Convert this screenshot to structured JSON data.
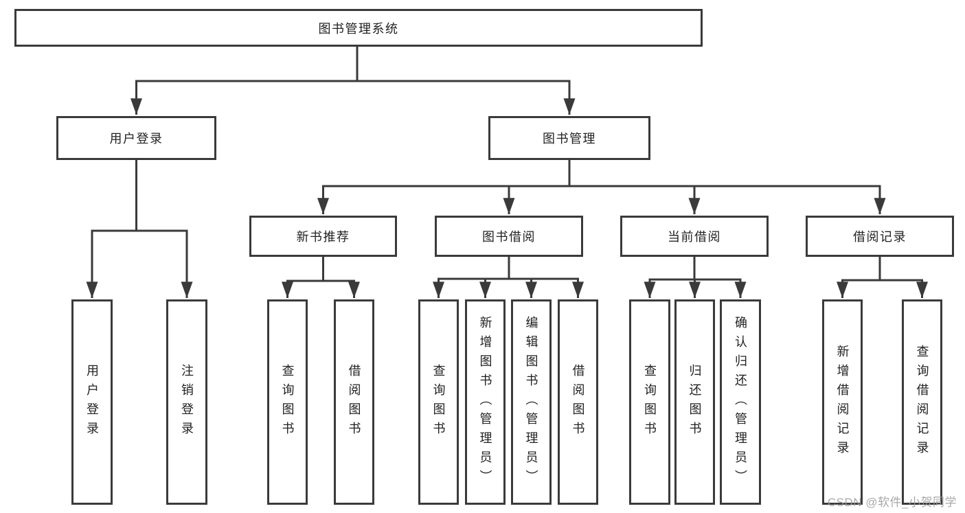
{
  "page": {
    "watermark": "CSDN @软件_小贺同学"
  },
  "colors": {
    "line": "#3a3a3a",
    "box_border": "#3a3a3a",
    "box_fill": "#ffffff",
    "text": "#222222",
    "watermark": "#9d9d9d"
  },
  "diagram_type": "hierarchy-tree",
  "tree": {
    "root": {
      "label": "图书管理系统"
    },
    "level2": [
      {
        "label": "用户登录",
        "children": [
          {
            "label": "用户登录"
          },
          {
            "label": "注销登录"
          }
        ]
      },
      {
        "label": "图书管理",
        "children": [
          {
            "label": "新书推荐",
            "children": [
              {
                "label": "查询图书"
              },
              {
                "label": "借阅图书"
              }
            ]
          },
          {
            "label": "图书借阅",
            "children": [
              {
                "label": "查询图书"
              },
              {
                "label": "新增图书（管理员）"
              },
              {
                "label": "编辑图书（管理员）"
              },
              {
                "label": "借阅图书"
              }
            ]
          },
          {
            "label": "当前借阅",
            "children": [
              {
                "label": "查询图书"
              },
              {
                "label": "归还图书"
              },
              {
                "label": "确认归还（管理员）"
              }
            ]
          },
          {
            "label": "借阅记录",
            "children": [
              {
                "label": "新增借阅记录"
              },
              {
                "label": "查询借阅记录"
              }
            ]
          }
        ]
      }
    ]
  }
}
